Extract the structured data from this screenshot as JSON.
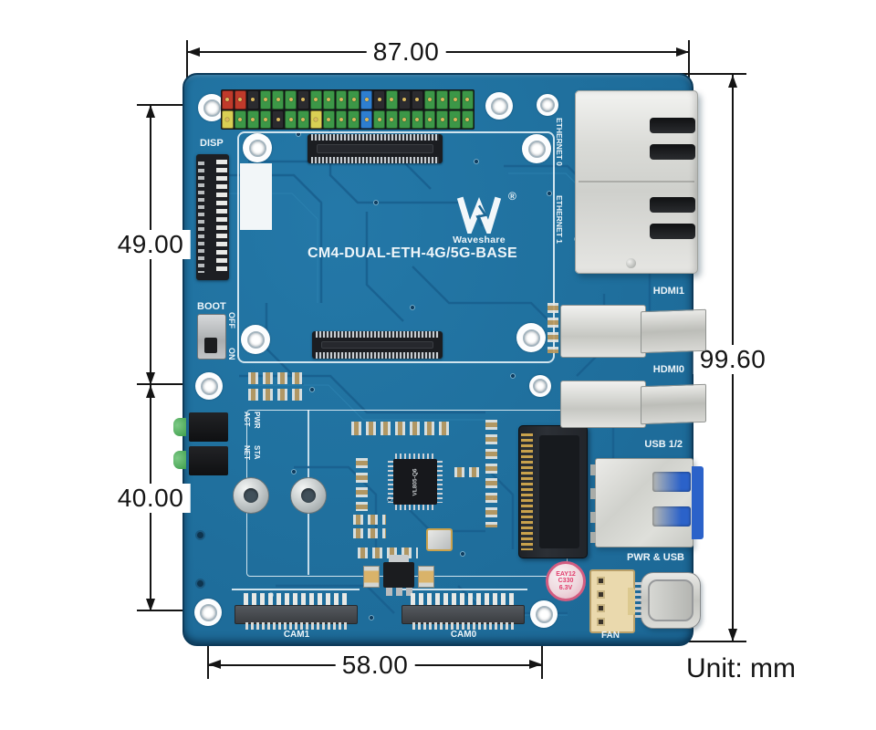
{
  "page": {
    "unit_label": "Unit: mm"
  },
  "dimensions": {
    "top_width": "87.00",
    "left_upper_height": "49.00",
    "left_lower_height": "40.00",
    "right_height": "99.60",
    "bottom_width": "58.00"
  },
  "board": {
    "brand": "Waveshare",
    "registered_mark": "®",
    "title": "CM4-DUAL-ETH-4G/5G-BASE",
    "labels": {
      "disp": "DISP",
      "boot": "BOOT",
      "off": "OFF",
      "on": "ON",
      "ethernet0": "ETHERNET 0",
      "ethernet1": "ETHERNET 1",
      "hdmi1": "HDMI1",
      "hdmi0": "HDMI0",
      "usb12": "USB 1/2",
      "pwr_usb": "PWR & USB",
      "fan": "FAN",
      "cam1": "CAM1",
      "cam0": "CAM0",
      "act": "ACT",
      "pwr": "PWR",
      "net": "NET",
      "sta": "STA"
    },
    "chip_text": "VL805-Q6",
    "capacitor_text": [
      "EAY12",
      "C330",
      "6.3V"
    ],
    "colors": {
      "pcb": "#20719f",
      "pcb_trace": "#19608f",
      "silkscreen": "#eef5f9",
      "usb3_blue": "#2b62c9"
    },
    "gpio": {
      "top_row": [
        "#c03a2b",
        "#c03a2b",
        "#2b2b2f",
        "#3c9747",
        "#3c9747",
        "#3c9747",
        "#2b2b2f",
        "#3c9747",
        "#3c9747",
        "#3c9747",
        "#3c9747",
        "#2e7ed0",
        "#2b2b2f",
        "#3c9747",
        "#2b2b2f",
        "#2b2b2f",
        "#3c9747",
        "#3c9747",
        "#3c9747",
        "#3c9747"
      ],
      "bottom_row": [
        "#d9cf54",
        "#3c9747",
        "#3c9747",
        "#3c9747",
        "#2b2b2f",
        "#3c9747",
        "#3c9747",
        "#d9cf54",
        "#3c9747",
        "#3c9747",
        "#3c9747",
        "#2e7ed0",
        "#3c9747",
        "#3c9747",
        "#3c9747",
        "#3c9747",
        "#3c9747",
        "#3c9747",
        "#3c9747",
        "#3c9747"
      ]
    }
  }
}
